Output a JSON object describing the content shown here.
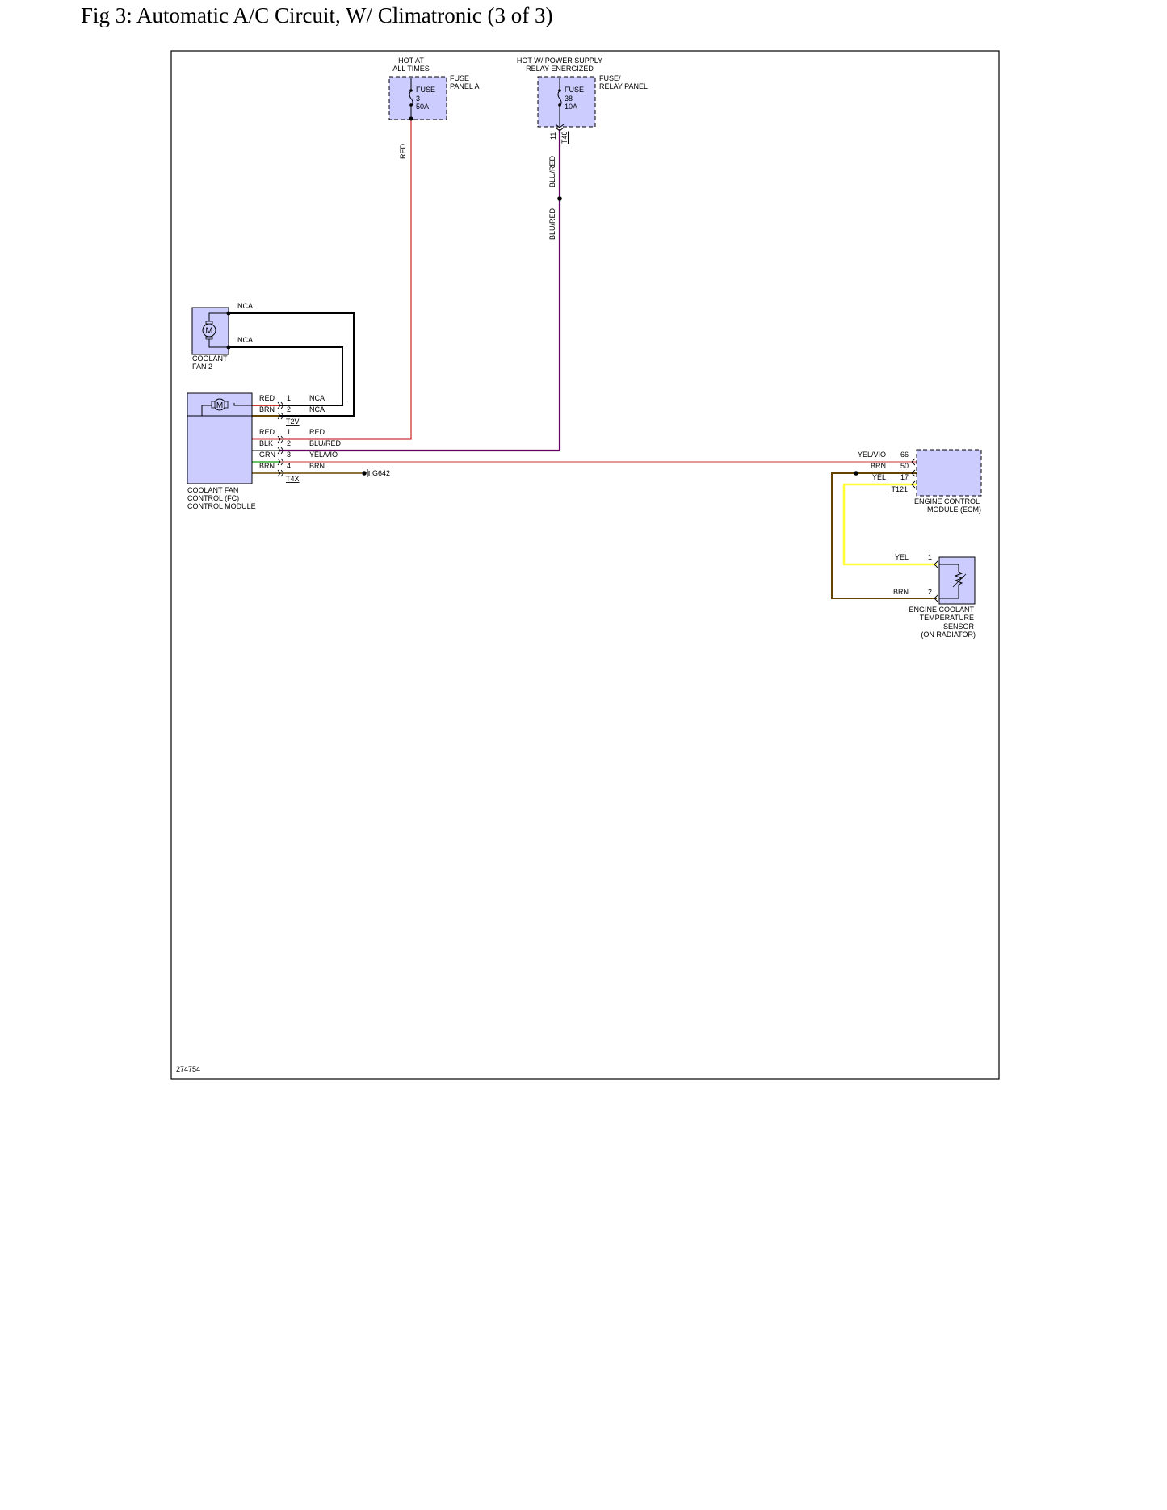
{
  "title": "Fig 3: Automatic A/C Circuit, W/ Climatronic (3 of 3)",
  "figure_id": "274754",
  "fuse_a": {
    "supply_label": [
      "HOT AT",
      "ALL TIMES"
    ],
    "panel_label": [
      "FUSE",
      "PANEL A"
    ],
    "fuse_text": [
      "FUSE",
      "3",
      "50A"
    ],
    "wire_color": "RED"
  },
  "fuse_b": {
    "supply_label": [
      "HOT W/ POWER SUPPLY",
      "RELAY ENERGIZED"
    ],
    "panel_label": [
      "FUSE/",
      "RELAY PANEL"
    ],
    "fuse_text": [
      "FUSE",
      "38",
      "10A"
    ],
    "pin": "11",
    "connector": "T40",
    "wire_color_1": "BLU/RED",
    "wire_color_2": "BLU/RED"
  },
  "coolant_fan_2": {
    "symbol": "M",
    "label": [
      "COOLANT",
      "FAN 2"
    ],
    "wire_top": "NCA",
    "wire_bottom": "NCA"
  },
  "fc_module": {
    "symbol": "M",
    "label": [
      "COOLANT FAN",
      "CONTROL (FC)",
      "CONTROL MODULE"
    ],
    "t2v": {
      "name": "T2V",
      "pins": [
        {
          "left": "RED",
          "num": "1",
          "right": "NCA"
        },
        {
          "left": "BRN",
          "num": "2",
          "right": "NCA"
        }
      ]
    },
    "t4x": {
      "name": "T4X",
      "pins": [
        {
          "left": "RED",
          "num": "1",
          "right": "RED"
        },
        {
          "left": "BLK",
          "num": "2",
          "right": "BLU/RED"
        },
        {
          "left": "GRN",
          "num": "3",
          "right": "YEL/VIO"
        },
        {
          "left": "BRN",
          "num": "4",
          "right": "BRN"
        }
      ]
    },
    "ground": "G642"
  },
  "ecm": {
    "label": [
      "ENGINE CONTROL",
      "MODULE (ECM)"
    ],
    "connector": "T121",
    "pins": [
      {
        "wire": "YEL/VIO",
        "num": "66"
      },
      {
        "wire": "BRN",
        "num": "50"
      },
      {
        "wire": "YEL",
        "num": "17"
      }
    ]
  },
  "ect_sensor": {
    "label": [
      "ENGINE COOLANT",
      "TEMPERATURE",
      "SENSOR",
      "(ON RADIATOR)"
    ],
    "pins": [
      {
        "wire": "YEL",
        "num": "1"
      },
      {
        "wire": "BRN",
        "num": "2"
      }
    ]
  },
  "colors": {
    "red_wire": "#cc3333",
    "blu_red_wire": "#660066",
    "yel_wire": "#ffff33",
    "brn_wire": "#664400",
    "grn_wire": "#33aa33",
    "component_fill": "#ccccff"
  }
}
